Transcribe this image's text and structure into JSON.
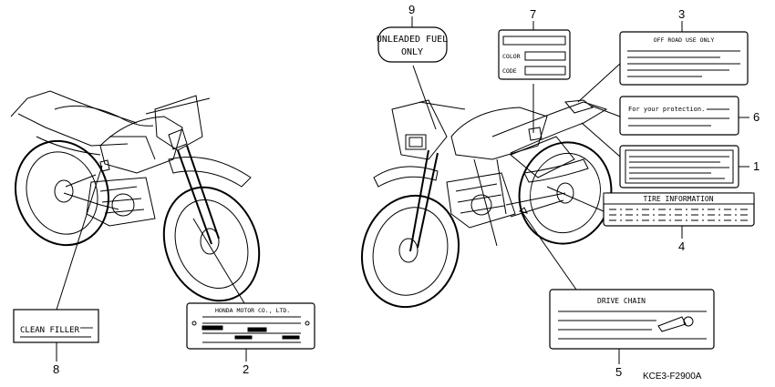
{
  "figure_code": "KCE3-F2900A",
  "callouts": [
    "1",
    "2",
    "3",
    "4",
    "5",
    "6",
    "7",
    "8",
    "9"
  ],
  "labels": {
    "clean_filler": "CLEAN FILLER",
    "maker_plate_title": "HONDA MOTOR CO., LTD.",
    "off_road": "OFF ROAD USE ONLY",
    "protection": "For your protection.",
    "tire_info": "TIRE INFORMATION",
    "drive_chain": "DRIVE CHAIN",
    "color": "COLOR",
    "code": "CODE",
    "fuel_line1": "UNLEADED FUEL",
    "fuel_line2": "ONLY"
  }
}
